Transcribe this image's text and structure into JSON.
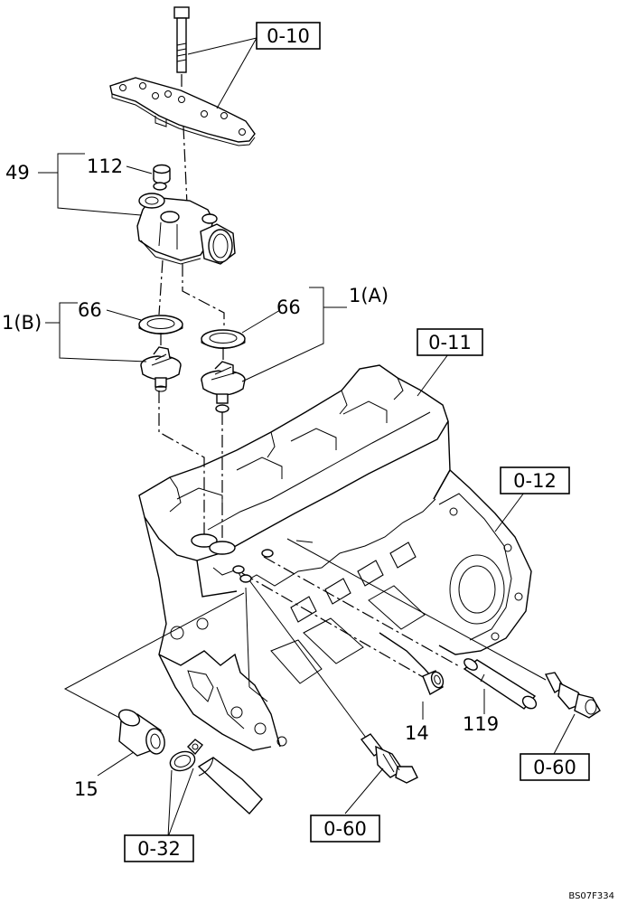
{
  "references": {
    "r0_10": "0-10",
    "r0_11": "0-11",
    "r0_12": "0-12",
    "r0_60a": "0-60",
    "r0_60b": "0-60",
    "r0_32": "0-32"
  },
  "callouts": {
    "c49": "49",
    "c112": "112",
    "c66b": "66",
    "c66a": "66",
    "c1b": "1(B)",
    "c1a": "1(A)",
    "c14": "14",
    "c119": "119",
    "c15": "15"
  },
  "drawing_code": "BS07F334"
}
